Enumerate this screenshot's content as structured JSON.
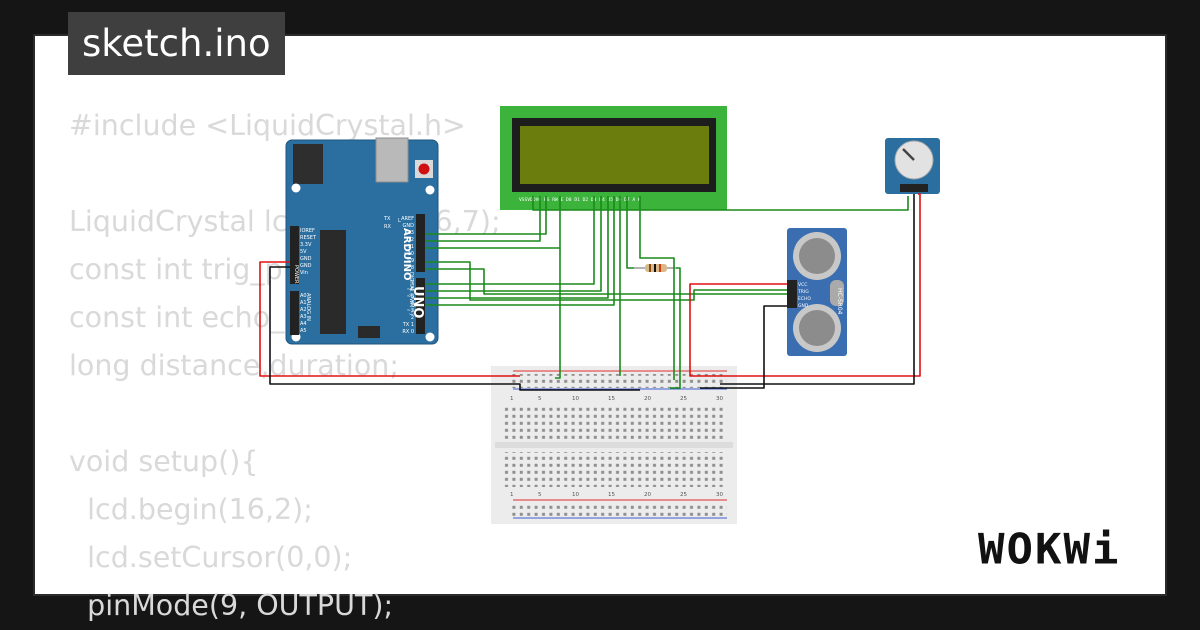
{
  "file_tab": {
    "label": "sketch.ino"
  },
  "code_lines": [
    "#include <LiquidCrystal.h>",
    "",
    "LiquidCrystal lcd(12,11,5,6,7);",
    "const int trig_pin = 9;",
    "const int echo_pin = 8;",
    "long distance,duration;",
    "",
    "void setup(){",
    "  lcd.begin(16,2);",
    "  lcd.setCursor(0,0);",
    "  pinMode(9, OUTPUT);"
  ],
  "arduino": {
    "board_name": "UNO",
    "brand": "ARDUINO",
    "power_label": "POWER",
    "analog_label": "ANALOG IN",
    "digital_label": "DIGITAL (PWM ~)",
    "power_pins": [
      "IOREF",
      "RESET",
      "3.3V",
      "5V",
      "GND",
      "GND",
      "Vin"
    ],
    "analog_pins": [
      "A0",
      "A1",
      "A2",
      "A3",
      "A4",
      "A5"
    ],
    "top_pins": [
      "AREF",
      "GND",
      "13",
      "12",
      "~11",
      "~10",
      "~9",
      "8"
    ],
    "bottom_pins": [
      "7",
      "~6",
      "~5",
      "4",
      "~3",
      "2",
      "TX 1",
      "RX 0"
    ],
    "led_labels": [
      "TX",
      "RX",
      "L"
    ]
  },
  "lcd": {
    "pin_labels": "VSSVDDV0 RS RW E  D0 D1 D2 D3 D4 D5 D6 D7  A   K"
  },
  "sensor": {
    "model": "HC-SR04",
    "pins": [
      "VCC",
      "TRIG",
      "ECHO",
      "GND"
    ]
  },
  "breadboard": {
    "column_numbers": [
      "1",
      "5",
      "10",
      "15",
      "20",
      "25",
      "30"
    ]
  },
  "colors": {
    "wire_green": "#1a8a1a",
    "wire_red": "#e01010",
    "wire_black": "#111111",
    "lcd_green": "#3cb43c",
    "lcd_screen": "#6b7d0c",
    "arduino_blue": "#2a6fa0",
    "sensor_blue": "#3a6eb0"
  },
  "logo": {
    "text": "WOKWi"
  }
}
